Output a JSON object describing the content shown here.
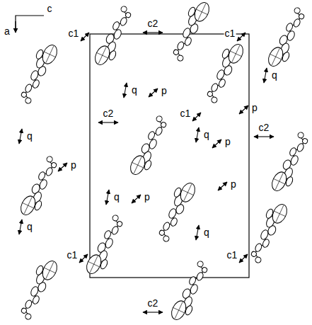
{
  "diagram": {
    "labels": [
      "c",
      "a",
      "c1",
      "c2",
      "c1",
      "q",
      "q",
      "p",
      "c2",
      "c1",
      "p",
      "q",
      "c2",
      "q",
      "p",
      "p",
      "q",
      "p",
      "q",
      "q",
      "p",
      "c1",
      "c1",
      "c2"
    ]
  }
}
